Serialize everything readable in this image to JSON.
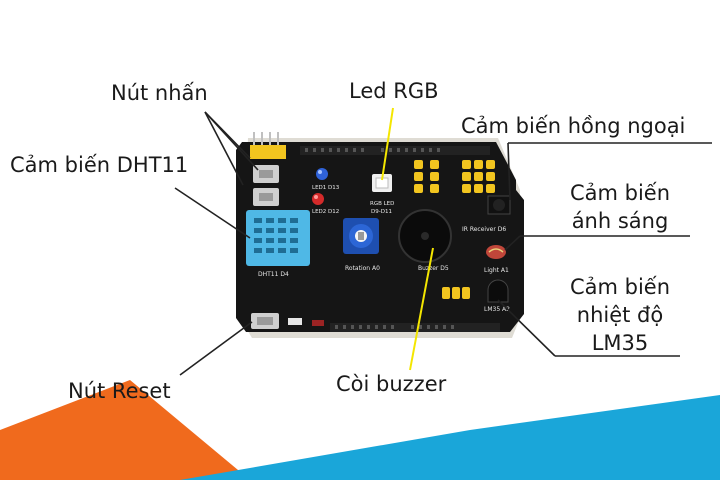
{
  "callouts": {
    "button": "Nút nhấn",
    "dht11": "Cảm biến DHT11",
    "rgb_led": "Led RGB",
    "ir_sensor": "Cảm biến hồng ngoại",
    "light_sensor_line1": "Cảm biến",
    "light_sensor_line2": "ánh sáng",
    "lm35_line1": "Cảm biến",
    "lm35_line2": "nhiệt độ",
    "lm35_line3": "LM35",
    "reset": "Nút Reset",
    "buzzer": "Còi buzzer"
  },
  "board_silkscreen": {
    "dht11": "DHT11 D4",
    "rotation": "Rotation A0",
    "buzzer": "Buzzer D5",
    "light": "Light A1",
    "lm35": "LM35 A2",
    "ir": "IR Receiver D6",
    "led1": "LED1 D13",
    "led2": "LED2 D12",
    "rgb_line1": "RGB LED",
    "rgb_line2": "D9-D11"
  },
  "colors": {
    "board": "#151515",
    "sensor_blue": "#4fb8e6",
    "pot_blue": "#1e4fb0",
    "header_yellow": "#f2c51f",
    "accent_orange": "#f06a1d",
    "accent_blue": "#1aa6d9",
    "pointer_line": "#222222",
    "pointer_yellow": "#f4e600"
  }
}
